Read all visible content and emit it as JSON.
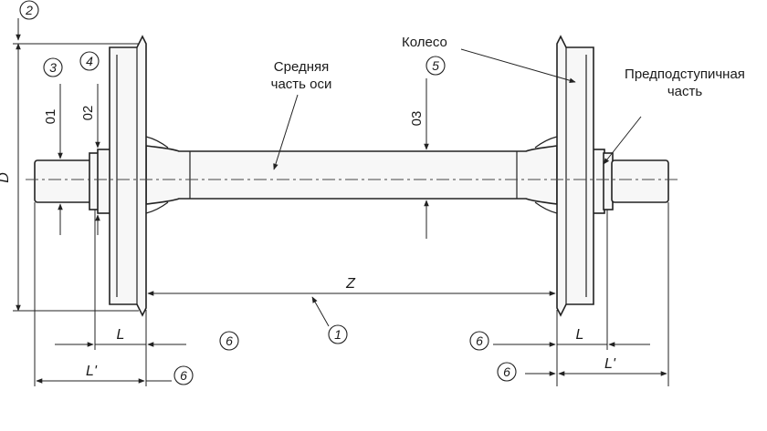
{
  "labels": {
    "wheel": "Колесо",
    "axle_middle_line1": "Средняя",
    "axle_middle_line2": "часть оси",
    "pre_hub_line1": "Предподступичная",
    "pre_hub_line2": "часть"
  },
  "dimensions": {
    "D": "D",
    "Z": "Z",
    "L": "L",
    "L_prime": "L'",
    "d1": "01",
    "d2": "02",
    "d3": "03"
  },
  "callouts": [
    "1",
    "2",
    "3",
    "4",
    "5",
    "6"
  ]
}
